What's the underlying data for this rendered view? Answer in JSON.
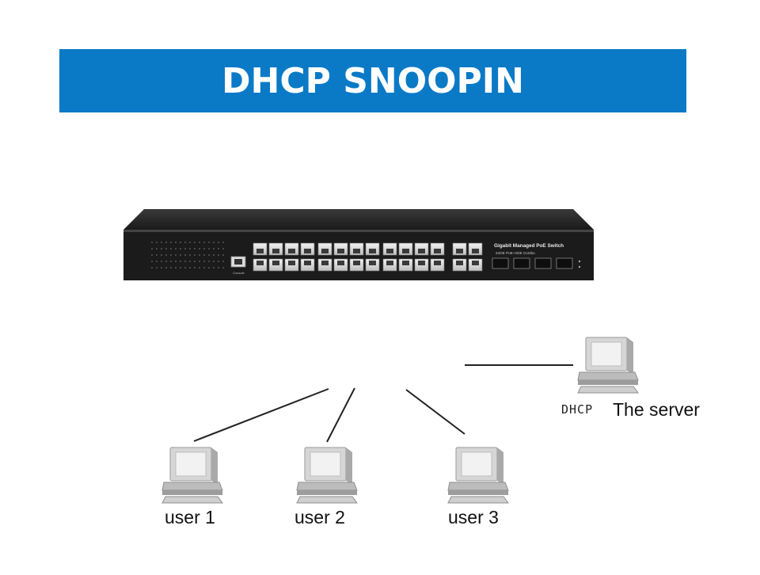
{
  "banner": {
    "title": "DHCP SNOOPIN",
    "color": "#0a7ac7"
  },
  "switch": {
    "model_line1": "Gigabit Managed PoE Switch",
    "model_line2": "24GE PoE+4GE Combo",
    "console_label": "Console"
  },
  "server": {
    "prefix": "DHCP",
    "label": "The server"
  },
  "users": [
    {
      "label": "user 1"
    },
    {
      "label": "user 2"
    },
    {
      "label": "user 3"
    }
  ]
}
